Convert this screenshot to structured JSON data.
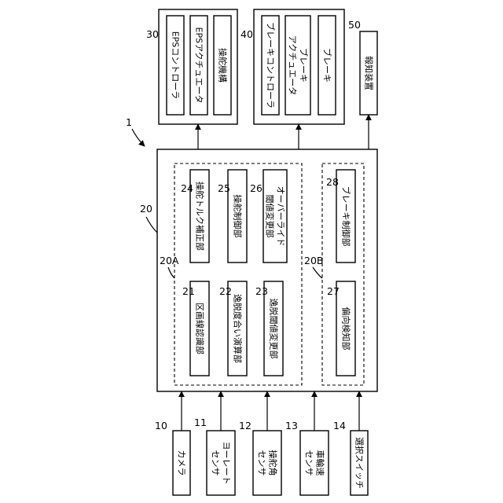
{
  "system": {
    "ref": "1"
  },
  "ecu": {
    "ref": "20",
    "part_a": "20A",
    "part_b": "20B"
  },
  "units": {
    "u21": {
      "ref": "21",
      "label": "区画線認識部"
    },
    "u22": {
      "ref": "22",
      "label": "逸脱度合い演算部"
    },
    "u23": {
      "ref": "23",
      "label": "逸脱閾値変更部"
    },
    "u24": {
      "ref": "24",
      "label": "操舵トルク補正部"
    },
    "u25": {
      "ref": "25",
      "label": "操舵制御部"
    },
    "u26": {
      "ref": "26",
      "line1": "オーバーライド",
      "line2": "閾値変更部"
    },
    "u27": {
      "ref": "27",
      "label": "偏向検知部"
    },
    "u28": {
      "ref": "28",
      "label": "ブレーキ制御部"
    }
  },
  "eps": {
    "ref": "30",
    "items": [
      "EPSコントローラ",
      "EPSアクチュエータ",
      "操舵機構"
    ]
  },
  "brake": {
    "ref": "40",
    "item1": "ブレーキコントローラ",
    "item2_line1": "ブレーキ",
    "item2_line2": "アクチュエータ",
    "item3": "ブレーキ"
  },
  "notify": {
    "ref": "50",
    "label": "報知装置"
  },
  "inputs": {
    "camera": {
      "ref": "10",
      "label": "カメラ"
    },
    "yaw": {
      "ref": "11",
      "line1": "ヨーレート",
      "line2": "センサ"
    },
    "steer": {
      "ref": "12",
      "line1": "操舵角",
      "line2": "センサ"
    },
    "wheel": {
      "ref": "13",
      "line1": "車輪速",
      "line2": "センサ"
    },
    "switch": {
      "ref": "14",
      "label": "選択スイッチ"
    }
  }
}
